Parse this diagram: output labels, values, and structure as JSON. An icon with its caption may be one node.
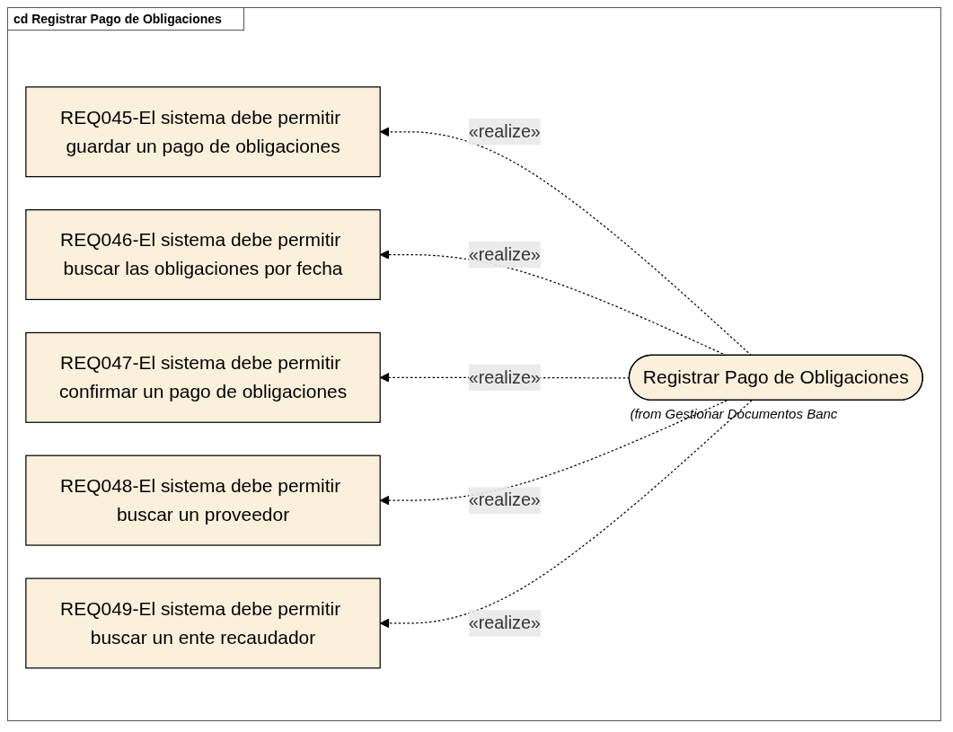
{
  "diagram": {
    "title": "cd Registrar Pago de Obligaciones",
    "nodes": [
      {
        "text": [
          "REQ045-El sistema debe permitir guardar un pago de obligaciones"
        ]
      },
      {
        "text": [
          "REQ046-El sistema debe permitir buscar las obligaciones por fecha"
        ]
      },
      {
        "text": [
          "REQ047-El sistema debe permitir confirmar un pago de obligaciones"
        ]
      },
      {
        "text": [
          "REQ048-El sistema debe permitir buscar un proveedor"
        ]
      },
      {
        "text": [
          "REQ049-El sistema debe permitir buscar un ente recaudador"
        ]
      },
      {
        "text": [
          "Registrar Pago de Obligaciones"
        ],
        "beside": [
          "(from Gestionar Documentos Banc"
        ]
      }
    ],
    "edges": [
      {
        "from": 5,
        "to": 0,
        "arrow": "to",
        "label": "«realize»",
        "style": "dashed"
      },
      {
        "from": 5,
        "to": 1,
        "arrow": "to",
        "label": "«realize»",
        "style": "dashed"
      },
      {
        "from": 5,
        "to": 2,
        "arrow": "to",
        "label": "«realize»",
        "style": "dashed"
      },
      {
        "from": 5,
        "to": 3,
        "arrow": "to",
        "label": "«realize»",
        "style": "dashed"
      },
      {
        "from": 5,
        "to": 4,
        "arrow": "to",
        "label": "«realize»",
        "style": "dashed"
      }
    ]
  }
}
